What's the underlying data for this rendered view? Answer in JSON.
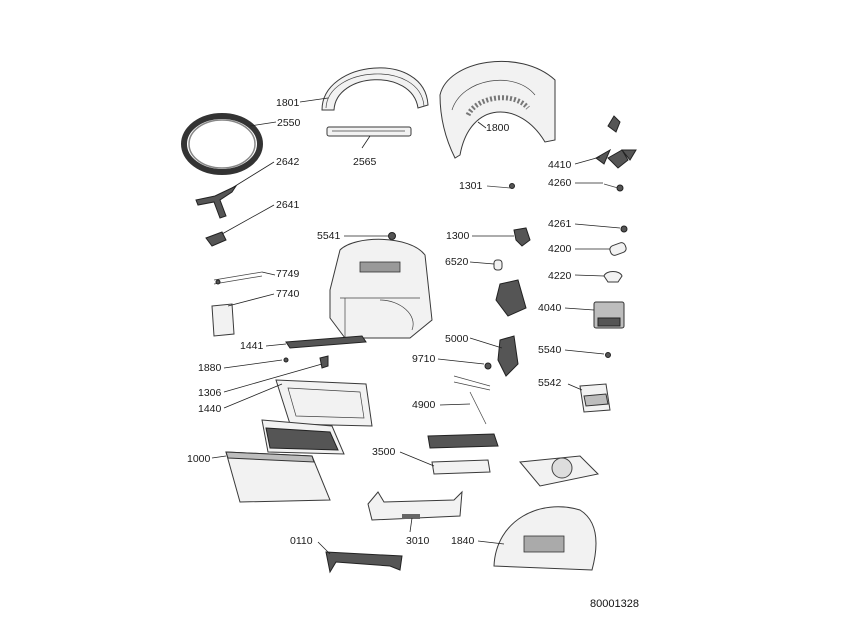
{
  "document_number": "80001328",
  "labels": {
    "p1801": "1801",
    "p2550": "2550",
    "p2565": "2565",
    "p2642": "2642",
    "p2641": "2641",
    "p1800": "1800",
    "p4410": "4410",
    "p4260": "4260",
    "p1301": "1301",
    "p4261": "4261",
    "p1300": "1300",
    "p4200": "4200",
    "p5541": "5541",
    "p6520": "6520",
    "p4220": "4220",
    "p7749": "7749",
    "p7740": "7740",
    "p4040": "4040",
    "p1441": "1441",
    "p5000": "5000",
    "p5540": "5540",
    "p1880": "1880",
    "p9710": "9710",
    "p1306": "1306",
    "p5542": "5542",
    "p1440": "1440",
    "p4900": "4900",
    "p3500": "3500",
    "p1000": "1000",
    "p0110": "0110",
    "p3010": "3010",
    "p1840": "1840"
  }
}
